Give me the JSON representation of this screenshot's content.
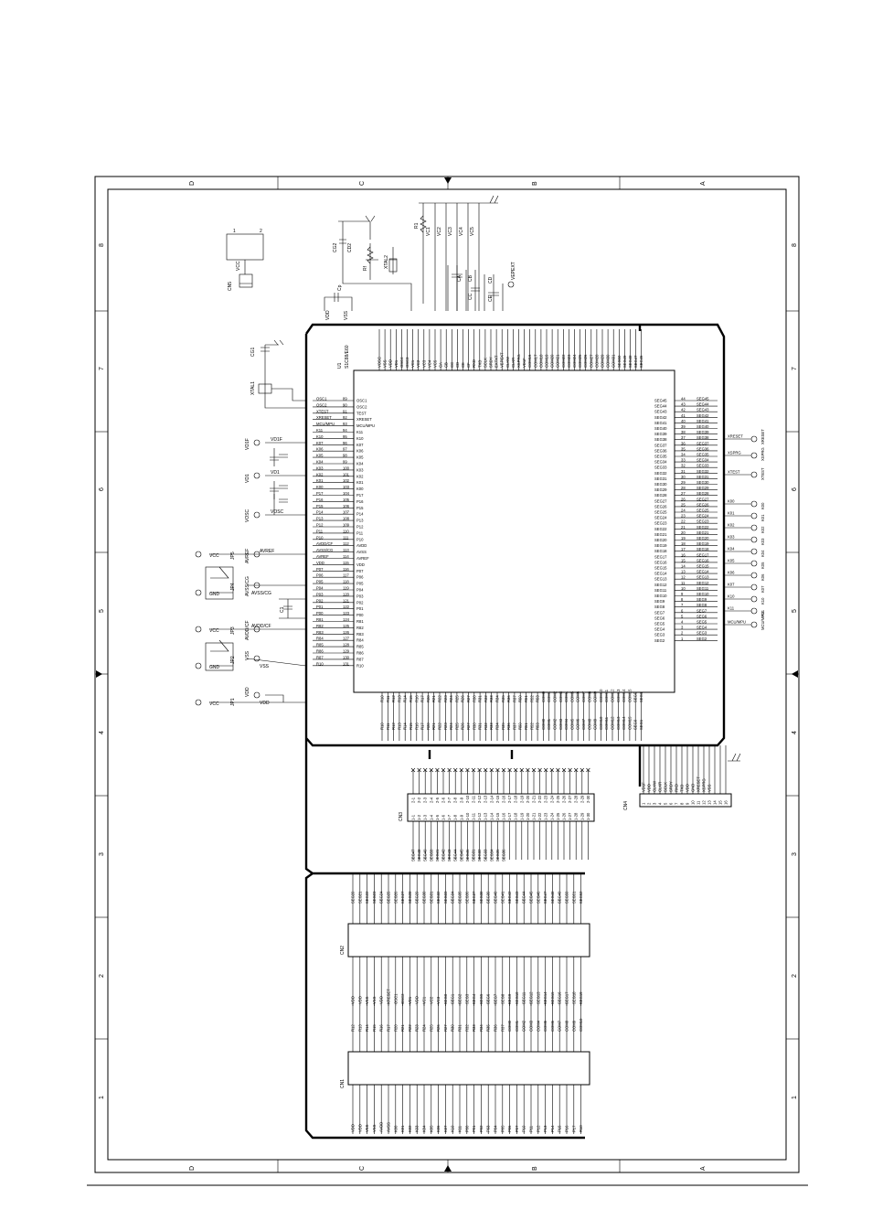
{
  "frame": {
    "zone_letters_top": [
      "D",
      "C",
      "B",
      "A"
    ],
    "zone_letters_bottom": [
      "D",
      "C",
      "B",
      "A"
    ],
    "zone_numbers_left": [
      "8",
      "7",
      "6",
      "5",
      "4",
      "3",
      "2",
      "1"
    ],
    "zone_numbers_right": [
      "8",
      "7",
      "6",
      "5",
      "4",
      "3",
      "2",
      "1"
    ]
  },
  "u1": {
    "ref": "U1",
    "part": "S1C88/E60",
    "left_pins": [
      {
        "num": "89",
        "name": "OSC1"
      },
      {
        "num": "90",
        "name": "OSC2"
      },
      {
        "num": "91",
        "name": "TEST"
      },
      {
        "num": "92",
        "name": "XRESET"
      },
      {
        "num": "93",
        "name": "MCU/MPU"
      },
      {
        "num": "94",
        "name": "K11"
      },
      {
        "num": "95",
        "name": "K10"
      },
      {
        "num": "96",
        "name": "K07"
      },
      {
        "num": "97",
        "name": "K06"
      },
      {
        "num": "98",
        "name": "K05"
      },
      {
        "num": "99",
        "name": "K04"
      },
      {
        "num": "100",
        "name": "K03"
      },
      {
        "num": "101",
        "name": "K02"
      },
      {
        "num": "102",
        "name": "K01"
      },
      {
        "num": "103",
        "name": "K00"
      },
      {
        "num": "104",
        "name": "P17"
      },
      {
        "num": "105",
        "name": "P16"
      },
      {
        "num": "106",
        "name": "P15"
      },
      {
        "num": "107",
        "name": "P14"
      },
      {
        "num": "108",
        "name": "P13"
      },
      {
        "num": "109",
        "name": "P12"
      },
      {
        "num": "110",
        "name": "P11"
      },
      {
        "num": "111",
        "name": "P10"
      },
      {
        "num": "112",
        "name": "AVDD"
      },
      {
        "num": "113",
        "name": "AVSS"
      },
      {
        "num": "114",
        "name": "AVREF"
      },
      {
        "num": "115",
        "name": "VDD"
      },
      {
        "num": "116",
        "name": "P07"
      },
      {
        "num": "117",
        "name": "P06"
      },
      {
        "num": "118",
        "name": "P05"
      },
      {
        "num": "119",
        "name": "P04"
      },
      {
        "num": "120",
        "name": "P03"
      },
      {
        "num": "121",
        "name": "P02"
      },
      {
        "num": "122",
        "name": "P01"
      },
      {
        "num": "123",
        "name": "P00"
      },
      {
        "num": "124",
        "name": "R81"
      },
      {
        "num": "125",
        "name": "R82"
      },
      {
        "num": "126",
        "name": "R83"
      },
      {
        "num": "127",
        "name": "R84"
      },
      {
        "num": "128",
        "name": "R85"
      },
      {
        "num": "129",
        "name": "R86"
      },
      {
        "num": "130",
        "name": "R87"
      },
      {
        "num": "131",
        "name": "R10"
      }
    ],
    "left_nets": [
      "OSC1",
      "OSC2",
      "XTEST",
      "XRESET",
      "MCU/MPU",
      "K11",
      "K10",
      "K07",
      "K06",
      "K05",
      "K04",
      "K03",
      "K02",
      "K01",
      "K00",
      "P17",
      "P16",
      "P15",
      "P14",
      "P13",
      "P12",
      "P11",
      "P10",
      "AVDD/CF",
      "AVSS/CG",
      "AVREF",
      "VDD",
      "P07",
      "P06",
      "P05",
      "P04",
      "P03",
      "P02",
      "P01",
      "P00",
      "R81",
      "R82",
      "R83",
      "R84",
      "R85",
      "R86",
      "R87",
      "R10"
    ],
    "right_pins": [
      {
        "num": "44",
        "name": "SEG45"
      },
      {
        "num": "43",
        "name": "SEG44"
      },
      {
        "num": "42",
        "name": "SEG43"
      },
      {
        "num": "41",
        "name": "SEG42"
      },
      {
        "num": "40",
        "name": "SEG41"
      },
      {
        "num": "39",
        "name": "SEG40"
      },
      {
        "num": "38",
        "name": "SEG39"
      },
      {
        "num": "37",
        "name": "SEG38"
      },
      {
        "num": "36",
        "name": "SEG37"
      },
      {
        "num": "35",
        "name": "SEG36"
      },
      {
        "num": "34",
        "name": "SEG35"
      },
      {
        "num": "33",
        "name": "SEG34"
      },
      {
        "num": "32",
        "name": "SEG33"
      },
      {
        "num": "31",
        "name": "SEG32"
      },
      {
        "num": "30",
        "name": "SEG31"
      },
      {
        "num": "29",
        "name": "SEG30"
      },
      {
        "num": "28",
        "name": "SEG29"
      },
      {
        "num": "27",
        "name": "SEG28"
      },
      {
        "num": "26",
        "name": "SEG27"
      },
      {
        "num": "25",
        "name": "SEG26"
      },
      {
        "num": "24",
        "name": "SEG25"
      },
      {
        "num": "23",
        "name": "SEG24"
      },
      {
        "num": "22",
        "name": "SEG23"
      },
      {
        "num": "21",
        "name": "SEG22"
      },
      {
        "num": "20",
        "name": "SEG21"
      },
      {
        "num": "19",
        "name": "SEG20"
      },
      {
        "num": "18",
        "name": "SEG19"
      },
      {
        "num": "17",
        "name": "SEG18"
      },
      {
        "num": "16",
        "name": "SEG17"
      },
      {
        "num": "15",
        "name": "SEG16"
      },
      {
        "num": "14",
        "name": "SEG15"
      },
      {
        "num": "13",
        "name": "SEG14"
      },
      {
        "num": "12",
        "name": "SEG13"
      },
      {
        "num": "11",
        "name": "SEG12"
      },
      {
        "num": "10",
        "name": "SEG11"
      },
      {
        "num": "9",
        "name": "SEG10"
      },
      {
        "num": "8",
        "name": "SEG9"
      },
      {
        "num": "7",
        "name": "SEG8"
      },
      {
        "num": "6",
        "name": "SEG7"
      },
      {
        "num": "5",
        "name": "SEG6"
      },
      {
        "num": "4",
        "name": "SEG5"
      },
      {
        "num": "3",
        "name": "SEG4"
      },
      {
        "num": "2",
        "name": "SEG3"
      },
      {
        "num": "1",
        "name": "SEG2"
      }
    ],
    "top_pins": [
      "VOSC",
      "VSS",
      "VDD",
      "VD1",
      "OSC4",
      "OSC3",
      "VC1",
      "VC2",
      "VC3",
      "VC4",
      "VC5",
      "CA",
      "CB",
      "CC",
      "CD",
      "CE",
      "CF",
      "RXD",
      "TXD",
      "SCLK",
      "SRDY",
      "EXTXT",
      "VEPEXT",
      "CLKW",
      "CLKR",
      "XSPRG",
      "VD1F",
      "COM16",
      "COM17",
      "COM18",
      "COM19",
      "COM20",
      "COM21",
      "COM22",
      "COM23",
      "COM24",
      "COM25",
      "COM26",
      "COM27",
      "COM28",
      "COM29",
      "COM30",
      "COM31",
      "SEG50",
      "SEG49",
      "SEG48",
      "SEG47",
      "SEG46"
    ],
    "bottom_pins": [
      "R10",
      "R11",
      "R12",
      "R13",
      "R14",
      "R15",
      "R16",
      "R17",
      "R20",
      "R21",
      "R22",
      "R23",
      "R24",
      "R25",
      "R26",
      "R27",
      "R30",
      "R31",
      "R32",
      "R33",
      "R34",
      "R35",
      "R36",
      "R37",
      "R50",
      "R51",
      "R52",
      "R53",
      "COM0",
      "COM1",
      "COM2",
      "COM3",
      "COM4",
      "COM5",
      "COM6",
      "COM7",
      "COM8",
      "COM9",
      "COM10",
      "COM11",
      "COM12",
      "COM13",
      "COM14",
      "COM15",
      "SEG0",
      "SEG1"
    ]
  },
  "right_signals": [
    {
      "net": "XRESET",
      "label": "XRESET"
    },
    {
      "net": "XSPRG",
      "label": "XSPRG"
    },
    {
      "net": "XTEST",
      "label": "XTEST"
    },
    {
      "net": "K00",
      "label": "K00"
    },
    {
      "net": "K01",
      "label": "K01"
    },
    {
      "net": "K02",
      "label": "K02"
    },
    {
      "net": "K03",
      "label": "K03"
    },
    {
      "net": "K04",
      "label": "K04"
    },
    {
      "net": "K05",
      "label": "K05"
    },
    {
      "net": "K06",
      "label": "K06"
    },
    {
      "net": "K07",
      "label": "K07"
    },
    {
      "net": "K10",
      "label": "K10"
    },
    {
      "net": "K11",
      "label": "K11"
    },
    {
      "net": "MCU/MPU",
      "label": "MCU/MPU"
    }
  ],
  "left_parts": {
    "cn5": {
      "ref": "CN5",
      "pin_labels": [
        "1",
        "2"
      ],
      "net": "VCC"
    },
    "xtal1": {
      "ref": "XTAL1",
      "cap": "CG1"
    },
    "vd1f": "VD1F",
    "vd1": "VD1",
    "vosc": "VOSC",
    "jp5": {
      "ref": "JP5",
      "net": "AVREF"
    },
    "jp4": {
      "ref": "JP4",
      "net": "AVSS/CG"
    },
    "jp3": {
      "ref": "JP3",
      "net": "AVDD/CF"
    },
    "jp2": {
      "ref": "JP2",
      "net": "VSS"
    },
    "jp1": {
      "ref": "JP1",
      "net": "VDD"
    },
    "c1": "C1",
    "vcc": "VCC",
    "gnd": "GND"
  },
  "top_parts": {
    "cg2": "CG2",
    "cd2": "CD2",
    "r1": "R1",
    "xtal2": "XTAL2",
    "r_top": "Rf",
    "cp": "Cp",
    "vdd": "VDD",
    "vss": "VSS",
    "vc_labels": [
      "VC1",
      "VC2",
      "VC3",
      "VC4",
      "VC5"
    ],
    "c_labels": [
      "CA",
      "CB",
      "CC",
      "CD",
      "CE"
    ],
    "vepext": "VEPEXT"
  },
  "cn4": {
    "ref": "CN4",
    "signals": [
      "VD1F",
      "VDD",
      "CLKW",
      "CLKR",
      "SCLK",
      "SRDY",
      "RXD",
      "TXD",
      "VDD",
      "GND",
      "XRESET",
      "XSPRG",
      "VSS",
      "",
      ""
    ],
    "pins": [
      "1",
      "2",
      "3",
      "4",
      "5",
      "6",
      "7",
      "8",
      "9",
      "10",
      "11",
      "12",
      "13",
      "14",
      "15",
      "16"
    ]
  },
  "cn3": {
    "ref": "CN3",
    "row_a": [
      "1-1",
      "1-2",
      "1-3",
      "1-4",
      "1-5",
      "1-6",
      "1-7",
      "1-8",
      "1-9",
      "1-10",
      "1-11",
      "1-12",
      "1-13",
      "1-14",
      "1-15",
      "1-16",
      "1-17",
      "1-18",
      "1-19",
      "1-20",
      "1-21",
      "1-22",
      "1-23",
      "1-24",
      "1-25",
      "1-26",
      "1-27",
      "1-28",
      "1-29",
      "1-30"
    ],
    "row_b": [
      "2-1",
      "2-2",
      "2-3",
      "2-4",
      "2-5",
      "2-6",
      "2-7",
      "2-8",
      "2-9",
      "2-10",
      "2-11",
      "2-12",
      "2-13",
      "2-14",
      "2-15",
      "2-16",
      "2-17",
      "2-18",
      "2-19",
      "2-20",
      "2-21",
      "2-22",
      "2-23",
      "2-24",
      "2-25",
      "2-26",
      "2-27",
      "2-28",
      "2-29",
      "2-30"
    ],
    "signals": [
      "SEG47",
      "SEG48",
      "SEG49",
      "SEG50",
      "SEG41",
      "SEG42",
      "SEG43",
      "SEG44",
      "SEG45",
      "SEG46",
      "SEG31",
      "SEG32",
      "SEG33",
      "SEG34",
      "SEG35",
      "SEG36"
    ]
  },
  "cn2": {
    "ref": "CN2",
    "left_signals": [
      "VDD",
      "VDD",
      "VSS",
      "VSS",
      "VDD",
      "XRESET",
      "OSC1",
      "OSC2",
      "VD1",
      "VDD",
      "VC1",
      "VC2",
      "VC3",
      "SEG0",
      "SEG1",
      "SEG2",
      "SEG3",
      "SEG4",
      "SEG5",
      "SEG6",
      "SEG7",
      "SEG8",
      "SEG9",
      "SEG10",
      "SEG11",
      "SEG12",
      "SEG13",
      "SEG14",
      "SEG15",
      "SEG16",
      "SEG17",
      "SEG18",
      "SEG19"
    ],
    "right_signals": [
      "SEG20",
      "SEG21",
      "SEG22",
      "SEG23",
      "SEG24",
      "SEG25",
      "SEG26",
      "SEG27",
      "SEG28",
      "SEG29",
      "SEG30",
      "SEG31",
      "SEG32",
      "SEG33",
      "SEG34",
      "SEG35",
      "SEG36",
      "SEG37",
      "SEG38",
      "SEG39",
      "SEG40",
      "SEG41",
      "SEG42",
      "SEG43",
      "SEG44",
      "SEG45",
      "SEG46",
      "SEG47",
      "SEG48",
      "SEG49",
      "SEG50",
      "SEG51",
      "SEG52"
    ]
  },
  "cn1": {
    "ref": "CN1",
    "left_signals": [
      "VDD",
      "VDD",
      "VSS",
      "VSS",
      "AVDD",
      "AVSS",
      "K00",
      "K01",
      "K02",
      "K03",
      "K04",
      "K05",
      "K06",
      "K07",
      "K10",
      "K11",
      "P00",
      "P01",
      "P02",
      "P03",
      "P04",
      "P05",
      "P06",
      "P07",
      "P10",
      "P11",
      "P12",
      "P13",
      "P14",
      "P15",
      "P16",
      "P17",
      "R10"
    ],
    "right_signals": [
      "R12",
      "R13",
      "R14",
      "R15",
      "R16",
      "R17",
      "R20",
      "R21",
      "R22",
      "R23",
      "R24",
      "R25",
      "R26",
      "R27",
      "R30",
      "R31",
      "R32",
      "R33",
      "R34",
      "R35",
      "R36",
      "R37",
      "COM0",
      "COM1",
      "COM2",
      "COM3",
      "COM4",
      "COM5",
      "COM6",
      "COM7",
      "COM8",
      "COM9",
      "COM10"
    ]
  }
}
